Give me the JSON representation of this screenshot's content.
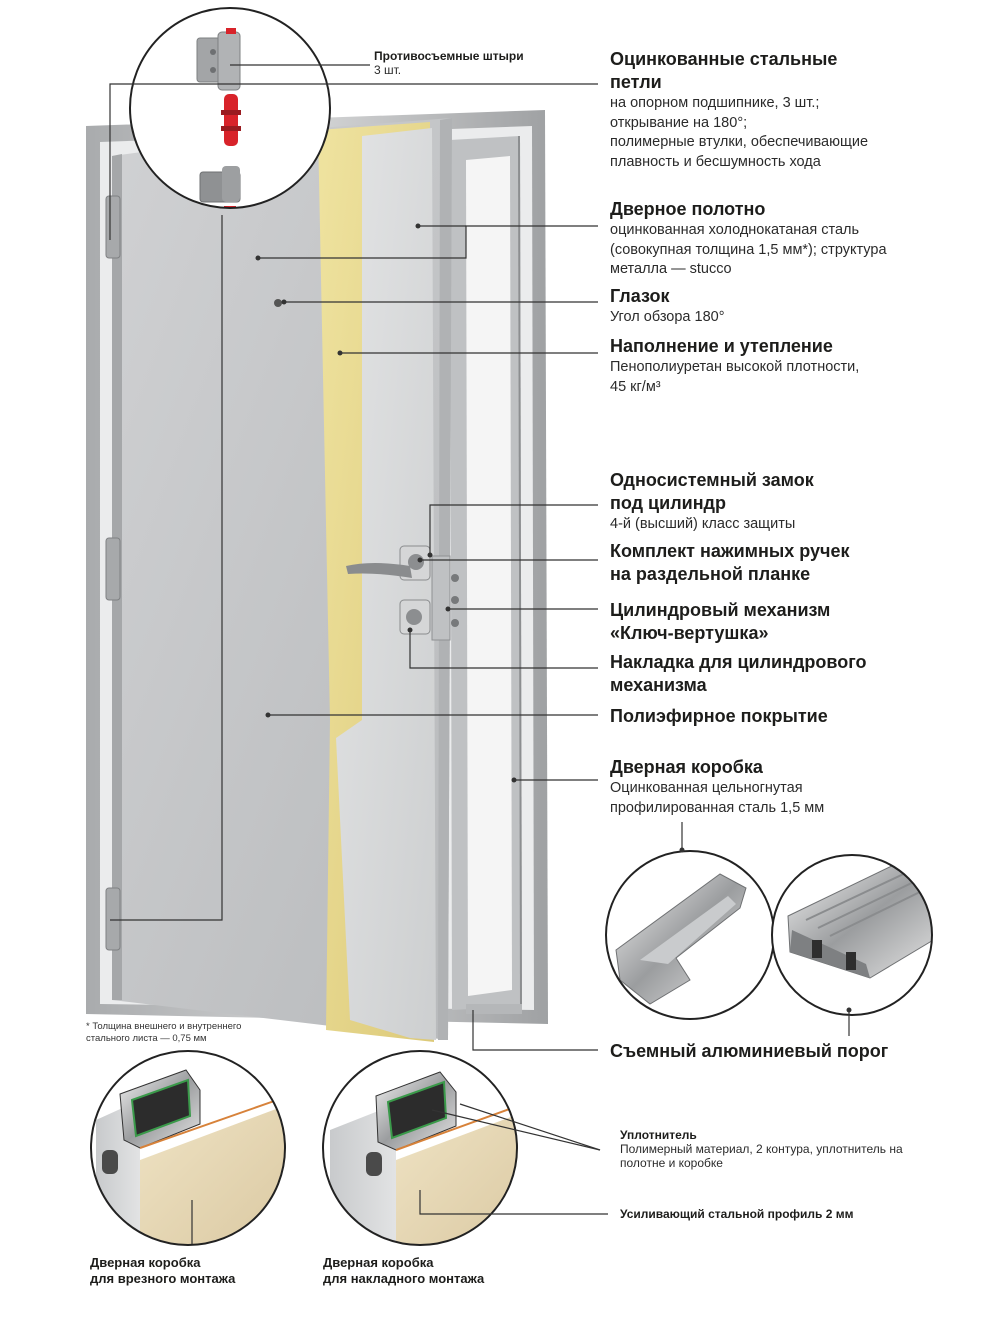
{
  "colors": {
    "frame": "#b9bbbd",
    "door_outer": "#c6c8ca",
    "door_inner": "#d9dadb",
    "insulation": "#e8d98a",
    "leader": "#333333",
    "red_part": "#d8232a"
  },
  "labels": {
    "hinge_pins": {
      "title": "Противосъемные штыри",
      "sub": "3 шт."
    },
    "hinges": {
      "title": "Оцинкованные стальные\nпетли",
      "sub": "на опорном подшипнике, 3 шт.;\nоткрывание на 180°;\nполимерные втулки, обеспечивающие\nплавность и бесшумность хода"
    },
    "leaf": {
      "title": "Дверное полотно",
      "sub": "оцинкованная холоднокатаная сталь\n(совокупная толщина 1,5 мм*); структура\nметалла — stucco"
    },
    "peephole": {
      "title": "Глазок",
      "sub": "Угол обзора 180°"
    },
    "insulation": {
      "title": "Наполнение и утепление",
      "sub": "Пенополиуретан высокой плотности,\n45 кг/м³"
    },
    "lock": {
      "title": "Односистемный замок\nпод цилиндр",
      "sub": "4-й (высший) класс защиты"
    },
    "handles": {
      "title": "Комплект нажимных ручек\nна раздельной планке"
    },
    "cylinder": {
      "title": "Цилиндровый механизм\n«Ключ-вертушка»"
    },
    "cylinder_plate": {
      "title": "Накладка для цилиндрового\nмеханизма"
    },
    "coating": {
      "title": "Полиэфирное покрытие"
    },
    "frame": {
      "title": "Дверная коробка",
      "sub": "Оцинкованная цельногнутая\nпрофилированная сталь 1,5 мм"
    },
    "threshold": {
      "title": "Съемный алюминиевый порог"
    },
    "footnote": "* Толщина внешнего и внутреннего\nстального листа — 0,75 мм",
    "seal": {
      "title": "Уплотнитель",
      "sub": "Полимерный материал, 2 контура, уплотнитель на\nполотне и коробке"
    },
    "profile": {
      "title": "Усиливающий стальной профиль 2 мм"
    },
    "caption_inset": "Дверная коробка\nдля врезного монтажа",
    "caption_overlay": "Дверная коробка\nдля накладного монтажа"
  }
}
